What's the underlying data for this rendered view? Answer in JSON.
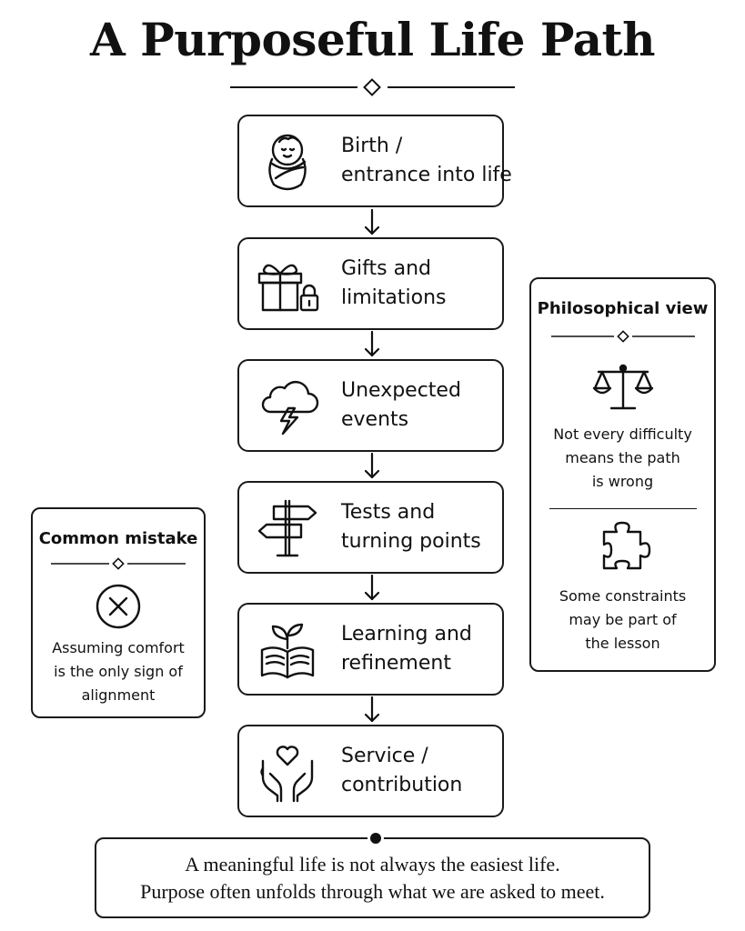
{
  "title": "A Purposeful Life Path",
  "steps": [
    {
      "icon": "swaddled-baby-icon",
      "lines": [
        "Birth /",
        "entrance into life"
      ]
    },
    {
      "icon": "gift-and-padlock-icon",
      "lines": [
        "Gifts and",
        "limitations"
      ]
    },
    {
      "icon": "storm-cloud-lightning-icon",
      "lines": [
        "Unexpected",
        "events"
      ]
    },
    {
      "icon": "signpost-icon",
      "lines": [
        "Tests and",
        "turning points"
      ]
    },
    {
      "icon": "open-book-sprout-icon",
      "lines": [
        "Learning and",
        "refinement"
      ]
    },
    {
      "icon": "hands-holding-heart-icon",
      "lines": [
        "Service /",
        "contribution"
      ]
    }
  ],
  "common_mistake": {
    "title": "Common mistake",
    "icon": "x-circle-icon",
    "lines": [
      "Assuming comfort",
      "is the only sign of",
      "alignment"
    ]
  },
  "philosophical_view": {
    "title": "Philosophical view",
    "items": [
      {
        "icon": "balance-scale-icon",
        "lines": [
          "Not every difficulty",
          "means the path",
          "is wrong"
        ]
      },
      {
        "icon": "puzzle-piece-icon",
        "lines": [
          "Some constraints",
          "may be part of",
          "the lesson"
        ]
      }
    ]
  },
  "footer": {
    "lines": [
      "A meaningful life is not always the easiest life.",
      "Purpose often unfolds through what we are asked to meet."
    ]
  }
}
